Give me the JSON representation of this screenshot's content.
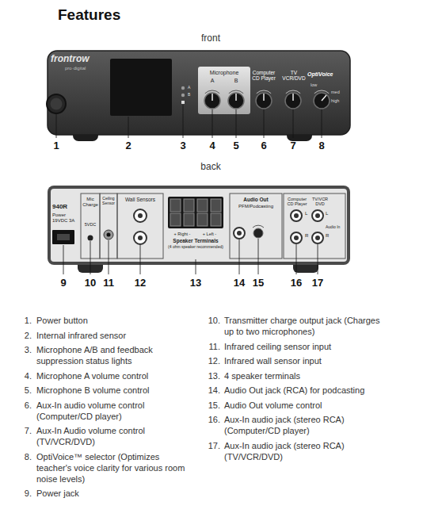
{
  "diagram": {
    "title": "Features",
    "nodes": [
      {
        "text": [
          "frontrow",
          "pro·digital",
          "A",
          "B",
          "Computer CD Player",
          "TV VCR/DVD",
          "OptiVoice",
          "low",
          "med",
          "high"
        ]
      },
      {
        "text": [
          "Microphone",
          "A",
          "B"
        ],
        "in": 0
      },
      {
        "text": [
          "940R",
          "Power 19VDC 3A",
          "+ Right -",
          "+ Left -",
          "Speaker Terminals",
          "(4 ohm speaker recommended)"
        ]
      },
      {
        "text": [
          "Mic Charge",
          "5VDC"
        ],
        "in": 2
      },
      {
        "text": [
          "Ceiling Sensor"
        ],
        "in": 2
      },
      {
        "text": [
          "Wall Sensors"
        ],
        "in": 2
      },
      {
        "text": [
          "Audio Out",
          "PFM/Podcasting"
        ],
        "in": 2
      },
      {
        "text": [
          "Computer CD Player",
          "TV/VCR DVD",
          "L",
          "L",
          "Audio In",
          "R",
          "R"
        ],
        "in": 2
      }
    ],
    "labels": [
      "front",
      "1",
      "2",
      "3",
      "4",
      "5",
      "6",
      "7",
      "8",
      "back",
      "9",
      "10",
      "11",
      "12",
      "13",
      "14",
      "15",
      "16",
      "17",
      "1.",
      "Power button",
      "2.",
      "Internal infrared sensor",
      "3.",
      "Microphone A/B and feedback suppression status lights",
      "4.",
      "Microphone A volume control",
      "5.",
      "Microphone B volume control",
      "6.",
      "Aux-In audio volume control (Computer/CD player)",
      "7.",
      "Aux-In Audio volume control (TV/VCR/DVD)",
      "8.",
      "OptiVoice™ selector (Optimizes teacher's voice clarity for various room noise levels)",
      "9.",
      "Power jack",
      "10.",
      "Transmitter charge output jack (Charges up to two microphones)",
      "11.",
      "Infrared ceiling sensor input",
      "12.",
      "Infrared wall sensor input",
      "13.",
      "4 speaker terminals",
      "14.",
      "Audio Out jack (RCA) for podcasting",
      "15.",
      "Audio Out volume control",
      "16.",
      "Aux-In audio jack (stereo RCA) (Computer/CD player)",
      "17.",
      "Aux-In audio jack (stereo RCA) (TV/VCR/DVD)"
    ]
  }
}
